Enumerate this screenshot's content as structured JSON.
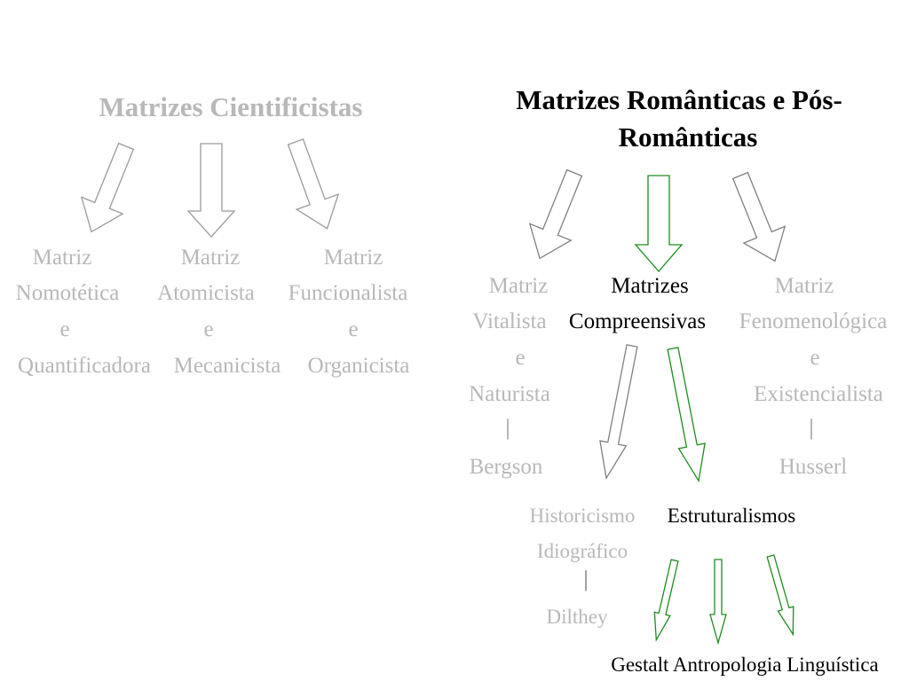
{
  "colors": {
    "gray": "#b8b8b8",
    "black": "#000000",
    "green": "#1e8c1e"
  },
  "left": {
    "title": "Matrizes Cientificistas",
    "col1": {
      "line1": "Matriz",
      "line2": "Nomotética",
      "line3": "e",
      "line4": "Quantificadora"
    },
    "col2": {
      "line1": "Matriz",
      "line2": "Atomicista",
      "line3": "e",
      "line4": "Mecanicista"
    },
    "col3": {
      "line1": "Matriz",
      "line2": "Funcionalista",
      "line3": "e",
      "line4": "Organicista"
    }
  },
  "right": {
    "title_line1": "Matrizes Românticas e Pós-",
    "title_line2": "Românticas",
    "vitalista": {
      "line1": "Matriz",
      "line2": "Vitalista",
      "line3": "e",
      "line4": "Naturista",
      "bar": "|",
      "author": "Bergson"
    },
    "compreensivas": {
      "line1": "Matrizes",
      "line2": "Compreensivas"
    },
    "fenomenologica": {
      "line1": "Matriz",
      "line2": "Fenomenológica",
      "line3": "e",
      "line4": "Existencialista",
      "bar": "|",
      "author": "Husserl"
    },
    "historicismo": {
      "line1": "Historicismo",
      "line2": "Idiográfico",
      "bar": "|",
      "author": "Dilthey"
    },
    "estruturalismos": "Estruturalismos",
    "bottom": "Gestalt Antropologia Linguística"
  }
}
